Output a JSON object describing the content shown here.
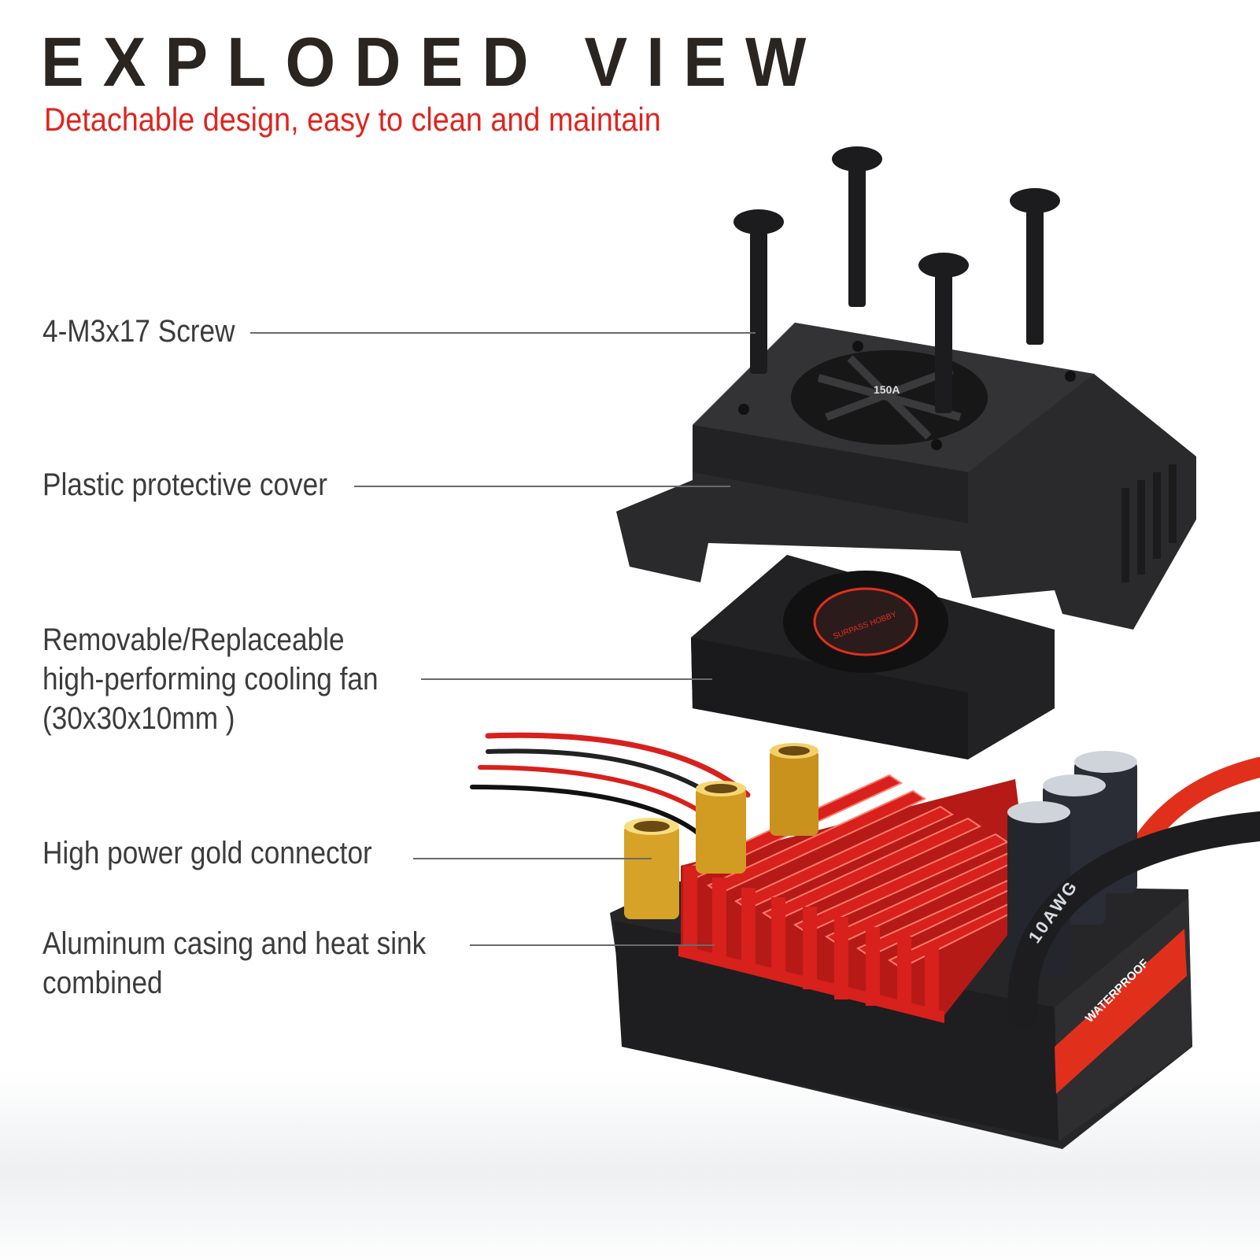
{
  "header": {
    "title": "EXPLODED VIEW",
    "subtitle": "Detachable design, easy to clean and maintain"
  },
  "callouts": [
    {
      "lines": [
        "4-M3x17 Screw"
      ]
    },
    {
      "lines": [
        "Plastic protective cover"
      ]
    },
    {
      "lines": [
        "Removable/Replaceable",
        "high-performing cooling fan",
        "(30x30x10mm )"
      ]
    },
    {
      "lines": [
        "High power gold connector"
      ]
    },
    {
      "lines": [
        "Aluminum casing and heat sink",
        "combined"
      ]
    }
  ],
  "product_lettering": [
    "150A",
    "SURPASS HOBBY",
    "10AWG",
    "WATERPROOF"
  ],
  "colors": {
    "title": "#2b2522",
    "accent": "#e0241f",
    "heatsink": "#d8201c",
    "plastic": "#2a2a2c"
  }
}
